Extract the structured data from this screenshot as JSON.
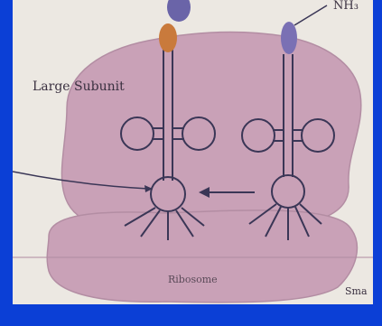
{
  "labels": {
    "large_subunit": "Large Subunit",
    "small_subunit": "Ribosome",
    "trna_right_top": "NH₃",
    "side_right_bottom": "Sma"
  },
  "colors": {
    "frame_blue": "#0b3fd6",
    "paper": "#ece8e2",
    "ribosome_fill": "#c9a1b7",
    "ribosome_stroke": "#b38da3",
    "trna_line": "#3a3656",
    "amino_acid_orange": "#c97a3c",
    "amino_acid_purple": "#6a64a8"
  },
  "icons": [
    "trna-left",
    "trna-right",
    "translocation-arrow",
    "amino-acid-left",
    "amino-acid-right"
  ]
}
